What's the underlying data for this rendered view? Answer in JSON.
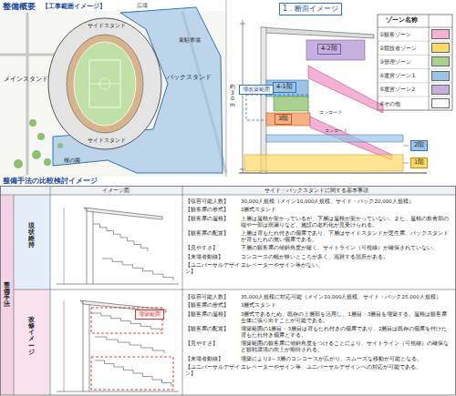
{
  "diagram": {
    "nodes": [
      {
        "text": [
          "1．断面イメージ"
        ]
      },
      {
        "text": [
          "4-2階"
        ]
      },
      {
        "text": [
          "4-1階"
        ]
      },
      {
        "text": [
          "増改築範囲"
        ]
      },
      {
        "text": [
          "3階"
        ]
      },
      {
        "text": [
          "2階"
        ]
      },
      {
        "text": [
          "1階"
        ]
      },
      {
        "text": [
          "増築範囲"
        ]
      }
    ],
    "labels": [
      "整備概要",
      "【工事範囲イメージ】",
      "広場",
      "サイドスタンド",
      "東駐車場",
      "メインスタンド",
      "バックスタンド",
      "サイドスタンド",
      "桜の園",
      "約30m",
      "コンコース",
      "コンコース",
      "ゾーン名称",
      "整備手法の比較検討イメージ",
      "イメージ図",
      "サイド・バックスタンドに関する基本事項",
      "現状維持",
      "整備手法",
      "改修イメージ",
      "【収容可能人数】",
      "30,000人規模（メイン10,000人規模、サイド・バック20,000人規模）",
      "【観客席の形式】",
      "2層式スタンド",
      "【観客席の屋根】",
      "上層は屋根が架かっているが、下層は屋根が架かっていない。また、屋根の飲食部の端や一部は雨漏りなど、施設の老朽化が見受けられる。",
      "【観客席の配置】",
      "上層は背もたれ付きの個席であり、下層はサイドスタンドが芝生席、バックスタンドが背もたれの無い個席である。",
      "【見やすさ】",
      "下層の観客席の傾斜角度が緩く、サイトライン（可視線）が確保されていない。",
      "【来場者動線】",
      "コンコースの幅が狭いところが多く、混雑する箇所がある。",
      "【ユニバーサルデザイン】",
      "エレベーターやサイン等がない。",
      "【収容可能人数】",
      "35,000人規模に対応可能（メイン10,000人規模、サイド・バック25,000人規模）",
      "【観客席の形式】",
      "3層式スタンド",
      "【観客席の屋根】",
      "3層式であるため、既存の上層部を活用し、1層目・3層目を増築する。屋根は観客席全体に張り出すことが可能である。",
      "【観客席の配置】",
      "増築範囲の1層目・3層目は背もたれ付きの個席であり、2層目は既存の個席を付けた背もたれ付き個席とする。",
      "【見やすさ】",
      "増築範囲の観客席に傾斜角度をつけることにより、サイトライン（可視線）の確保など観戦環境の向上が期待される。",
      "【来場者動線】",
      "増築により2～3層のコンコースが広がり、スムーズな移動が可能となる。",
      "【ユニバーサルデザイン】",
      "エレベーターやサイン等、ユニバーサルデザインへの対応が可能である。"
    ],
    "legend": [
      {
        "text": "①観客ゾーン",
        "color": "#f4b0d5"
      },
      {
        "text": "②競技者ゾーン",
        "color": "#ffd966"
      },
      {
        "text": "③管理ゾーン",
        "color": "#a9d18e"
      },
      {
        "text": "④運営ゾーン1",
        "color": "#9dc3e6"
      },
      {
        "text": "⑤運営ゾーン2",
        "color": "#c5b0e0"
      },
      {
        "text": "⑥その他",
        "color": "#ffffff"
      }
    ]
  }
}
